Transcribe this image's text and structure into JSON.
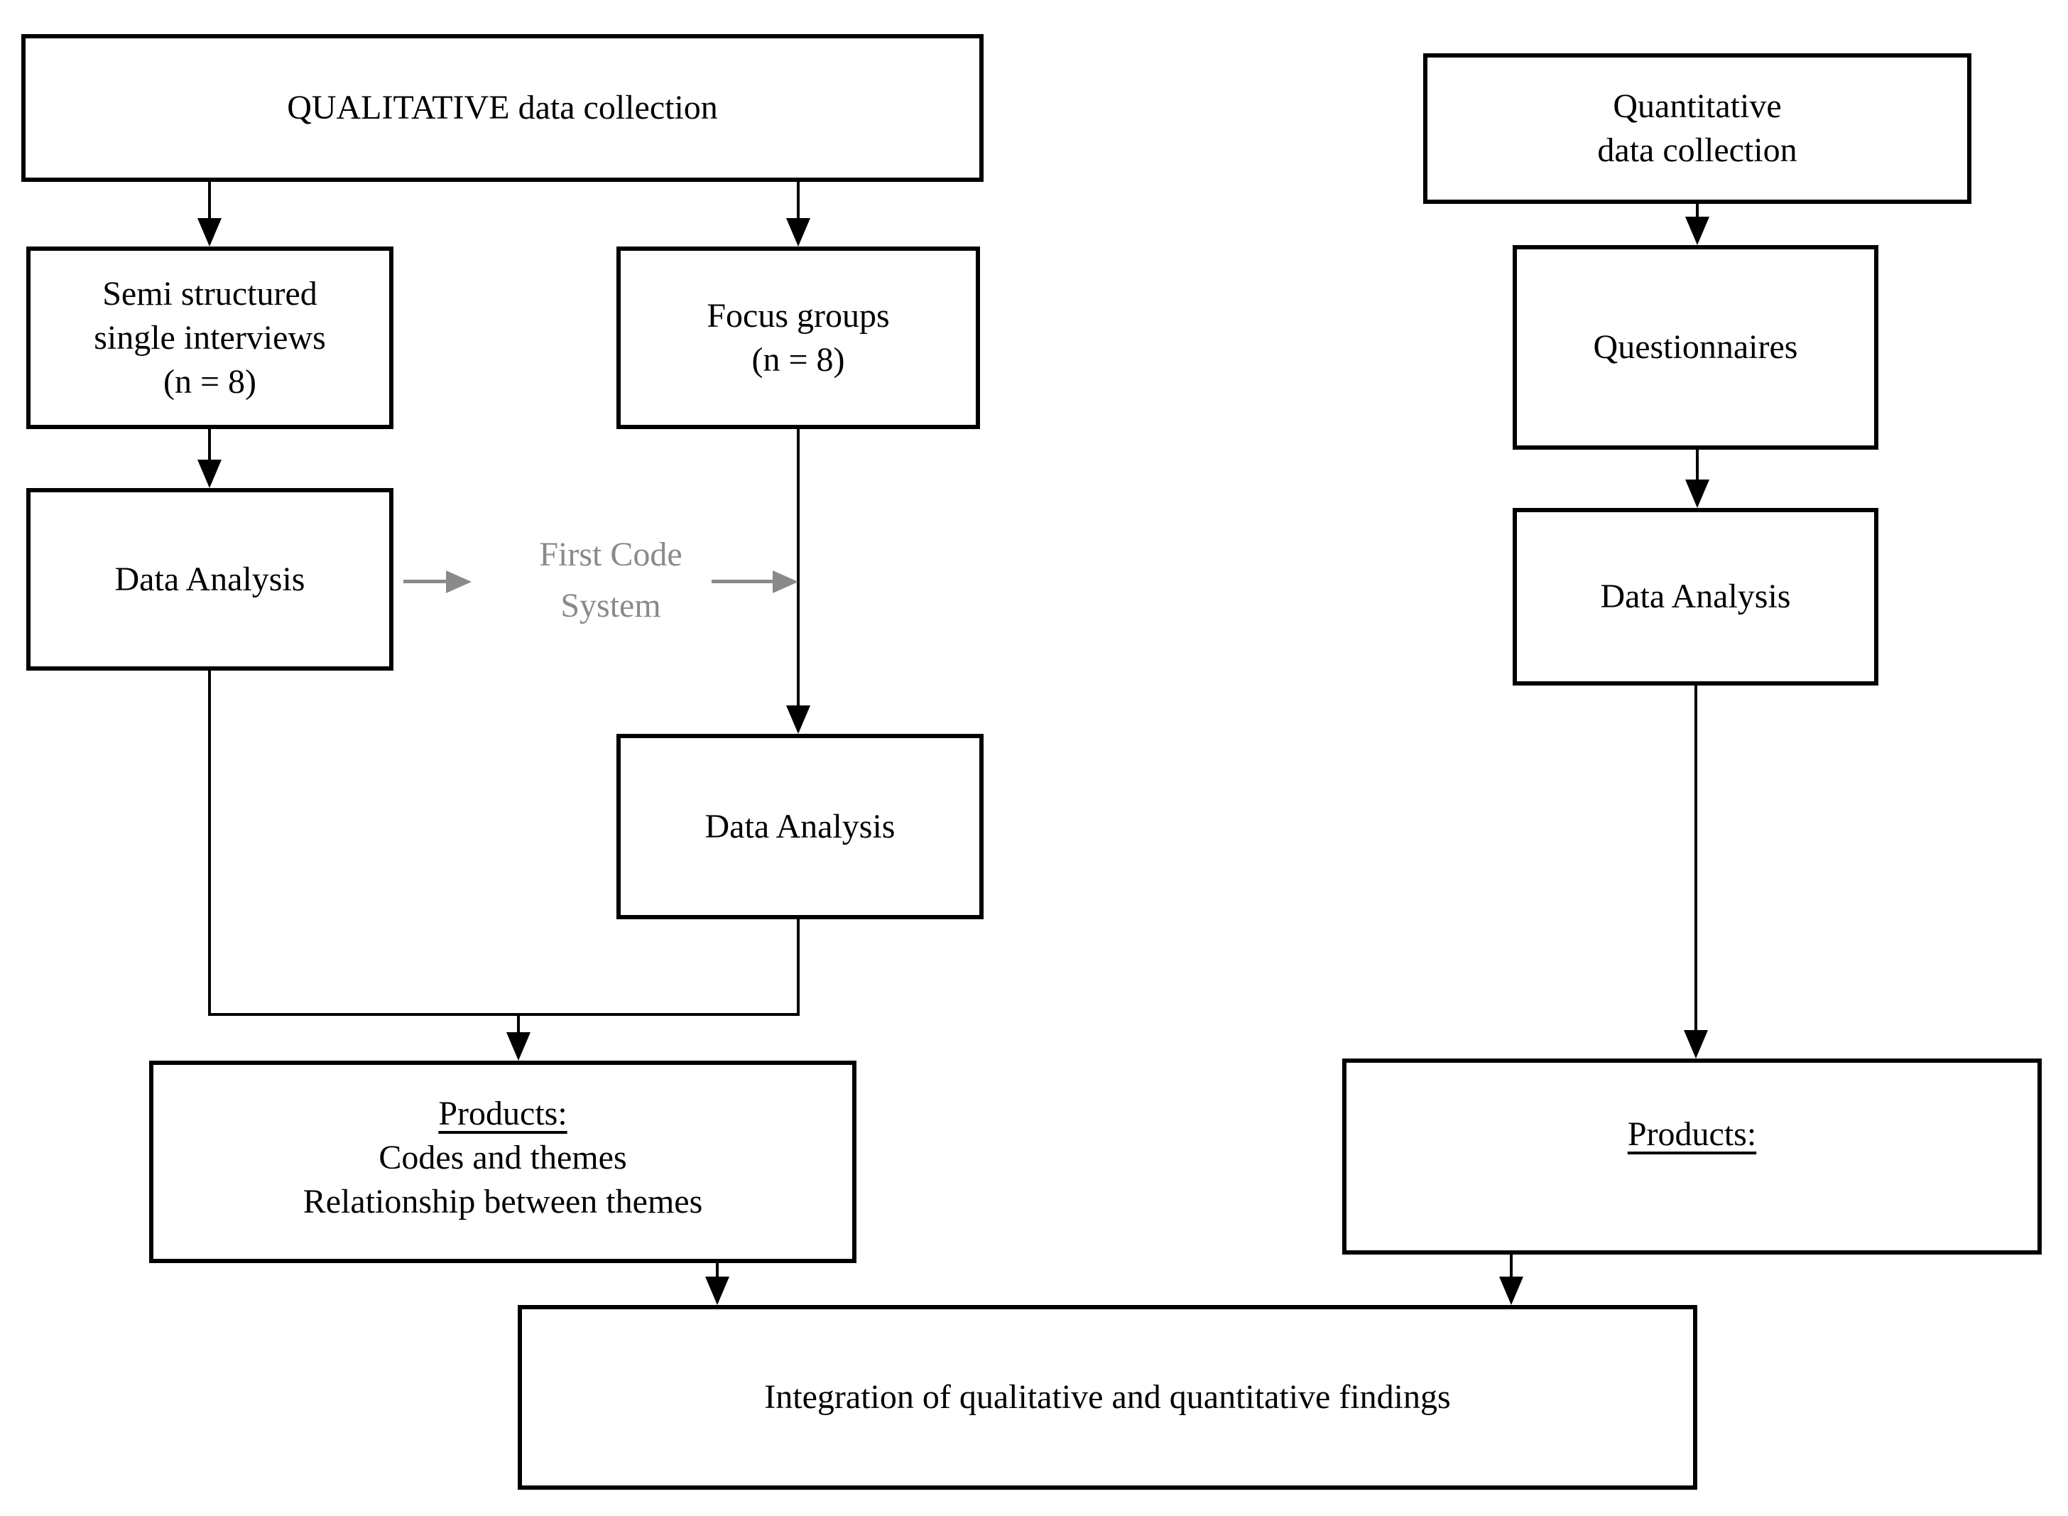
{
  "figure": {
    "qualitative": {
      "collection_label": "QUALITATIVE data collection",
      "interviews_lines": [
        "Semi structured",
        "single interviews",
        "(n = 8)"
      ],
      "focus_lines": [
        "Focus groups",
        "(n = 8)"
      ],
      "interviews_analysis_label": "Data Analysis",
      "focus_analysis_label": "Data Analysis",
      "first_code_lines": [
        "First Code",
        "System"
      ],
      "products_heading": "Products:",
      "products_lines": [
        "Codes and themes",
        "Relationship between themes"
      ]
    },
    "quantitative": {
      "collection_lines": [
        "Quantitative",
        "data collection"
      ],
      "questionnaires_label": "Questionnaires",
      "analysis_label": "Data Analysis",
      "products_heading": "Products:"
    },
    "integration_label": "Integration of qualitative and quantitative findings",
    "colors": {
      "line": "#000000",
      "muted": "#8a8a8a",
      "background": "#ffffff"
    }
  }
}
